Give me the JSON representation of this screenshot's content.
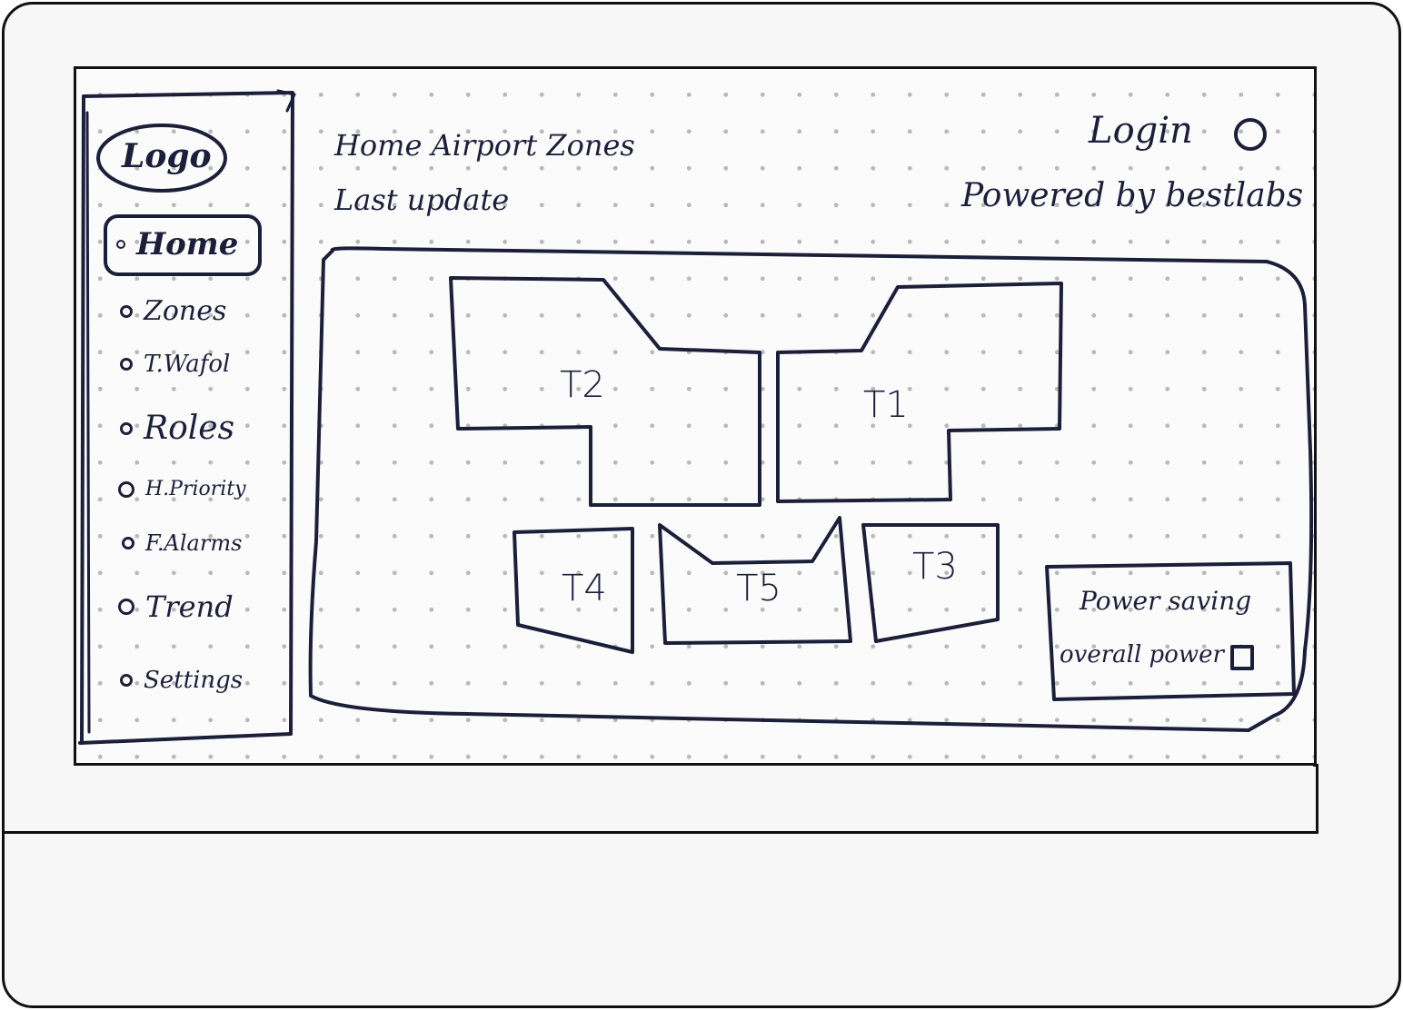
{
  "sidebar": {
    "logo": "Logo",
    "items": [
      {
        "label": "Home",
        "active": true
      },
      {
        "label": "Zones"
      },
      {
        "label": "T.Wafol"
      },
      {
        "label": "Roles"
      },
      {
        "label": "H.Priority"
      },
      {
        "label": "F.Alarms"
      },
      {
        "label": "Trend"
      },
      {
        "label": "Settings"
      }
    ]
  },
  "header": {
    "title": "Home Airport Zones",
    "subtitle": "Last update",
    "login": "Login",
    "powered_by": "Powered by bestlabs"
  },
  "map": {
    "zones": [
      {
        "label": "T2"
      },
      {
        "label": "T1"
      },
      {
        "label": "T4"
      },
      {
        "label": "T5"
      },
      {
        "label": "T3"
      }
    ]
  },
  "power_panel": {
    "title": "Power saving",
    "subtitle": "overall power"
  },
  "colors": {
    "ink": "#1b1f3a",
    "frame": "#111111"
  }
}
